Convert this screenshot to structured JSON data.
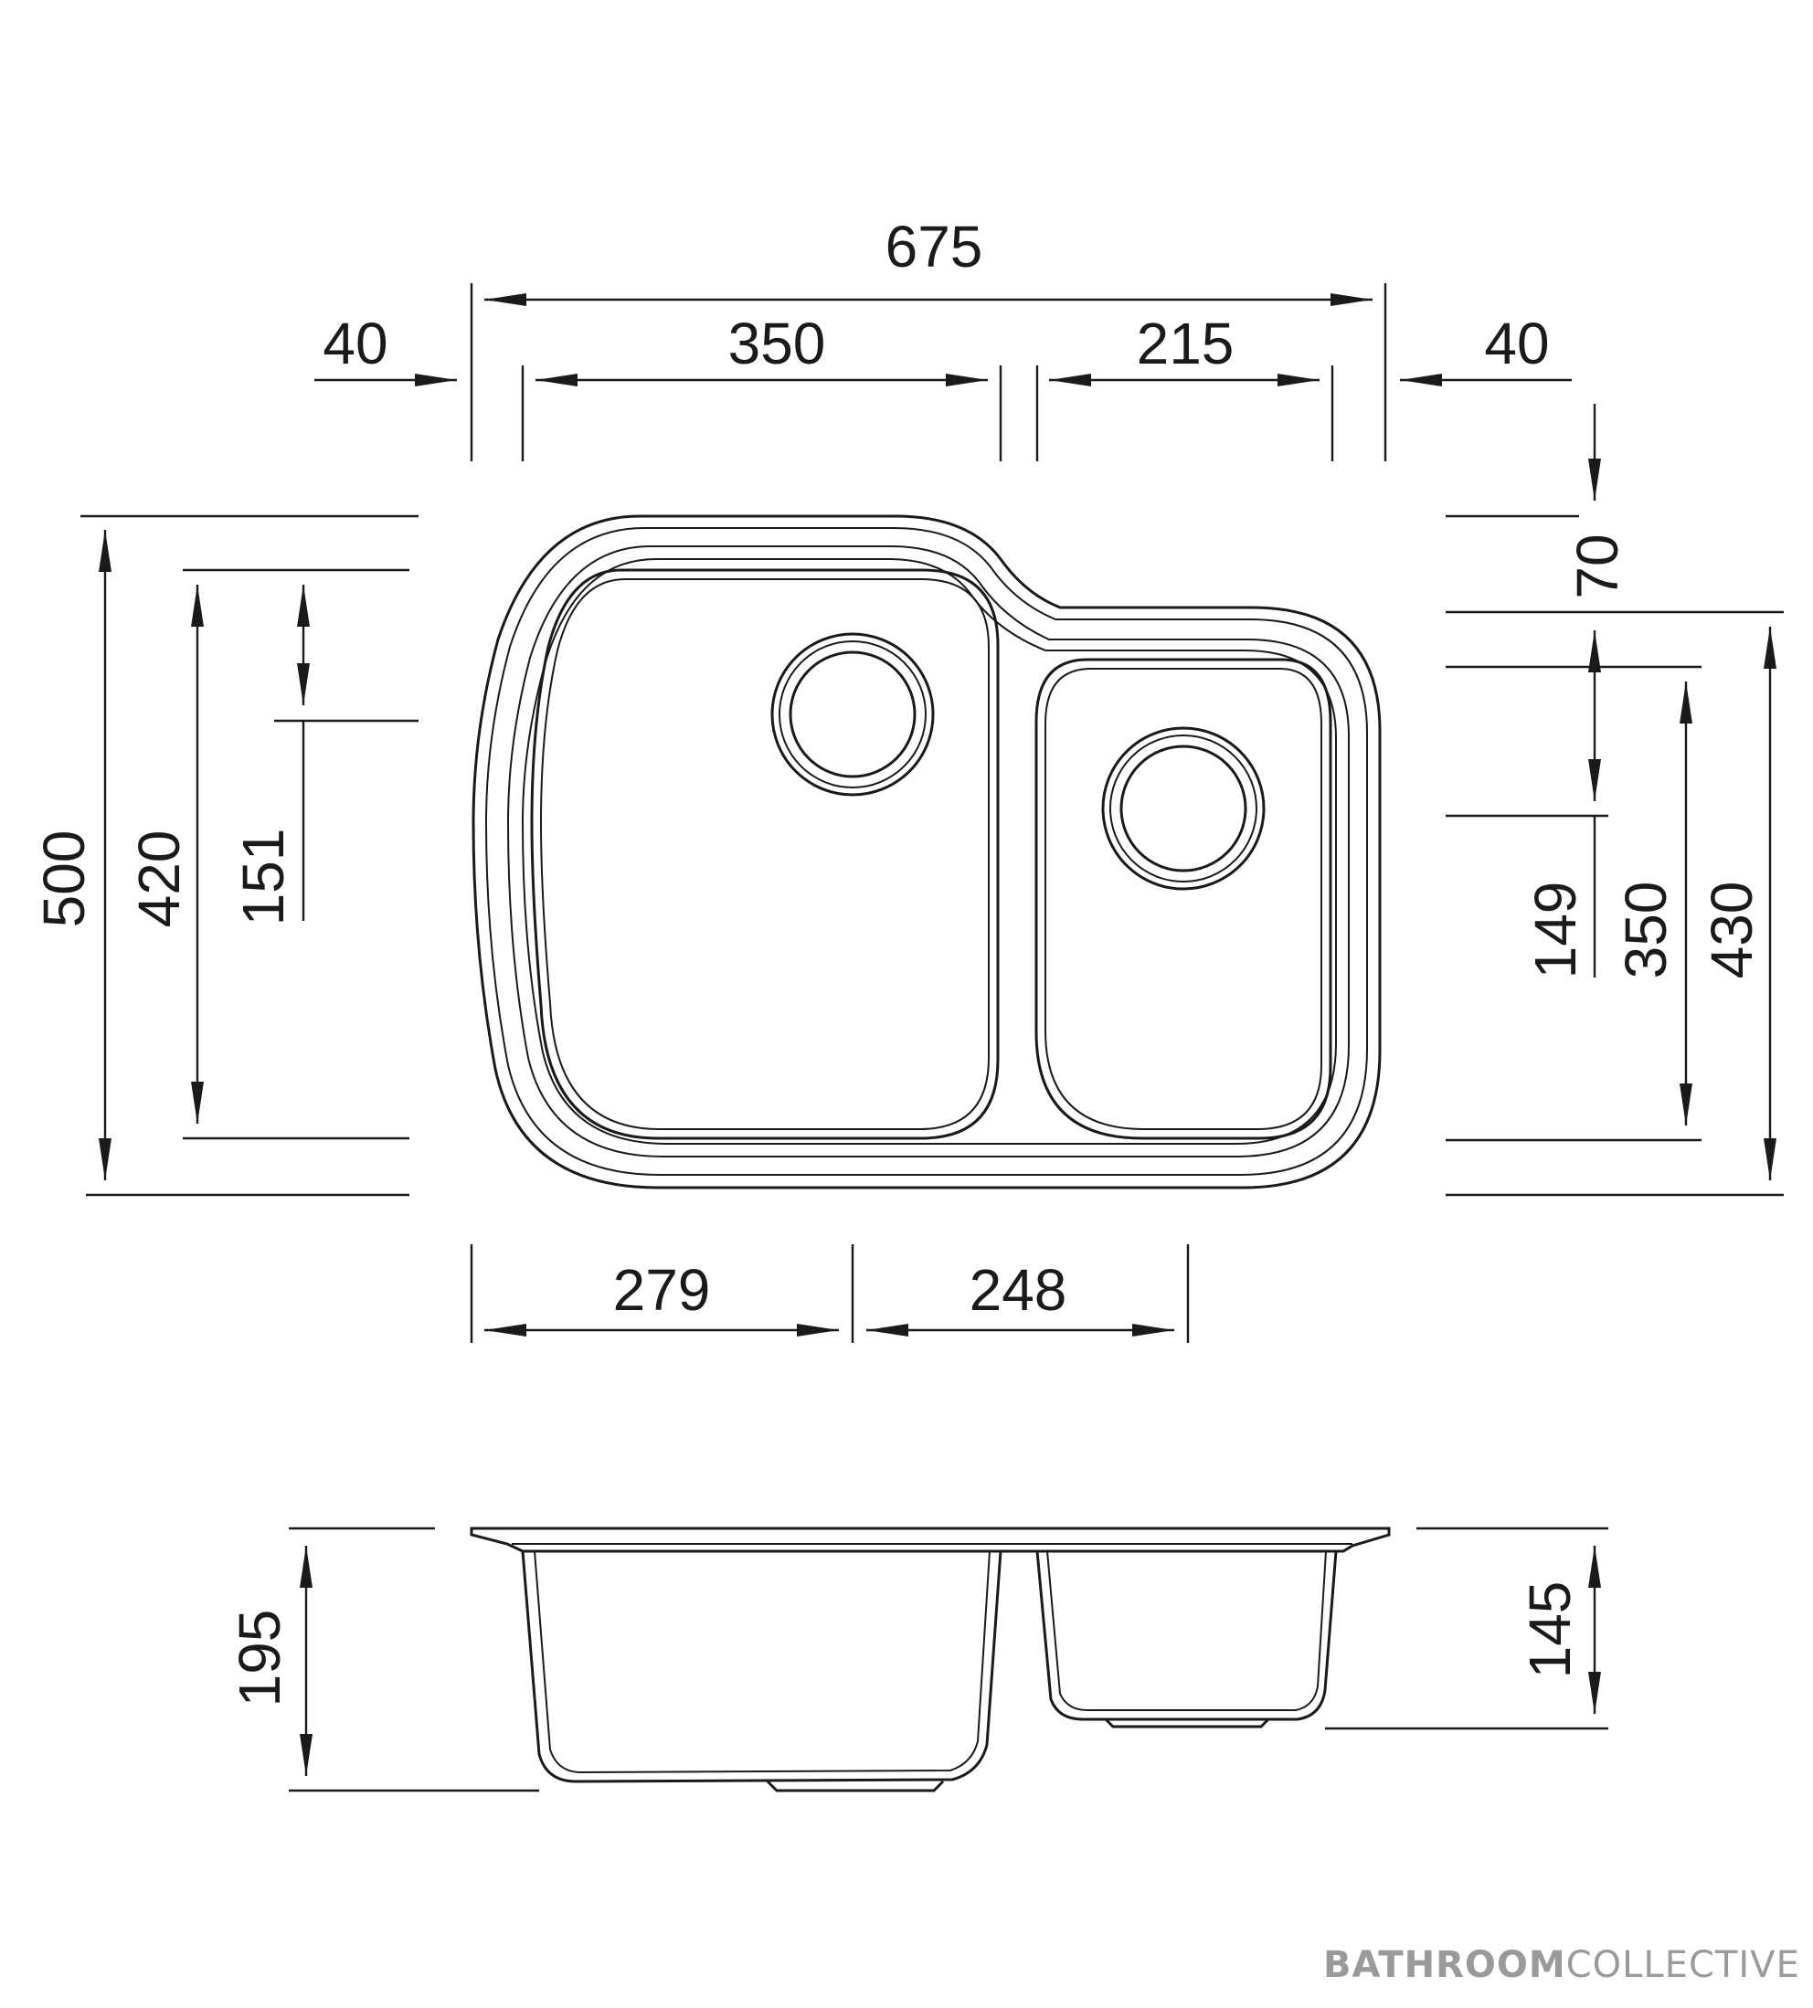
{
  "dimensions": {
    "overall_width": "675",
    "left_margin": "40",
    "left_bowl_width": "350",
    "right_bowl_width": "215",
    "right_margin": "40",
    "right_top_offset": "70",
    "overall_depth": "500",
    "left_bowl_depth": "420",
    "left_waste_offset": "151",
    "right_waste_offset": "149",
    "right_bowl_depth": "350",
    "right_overall_depth": "430",
    "left_waste_centre": "279",
    "right_waste_centre": "248",
    "left_bowl_height": "195",
    "right_bowl_height": "145"
  },
  "brand": {
    "bold": "BATHROOM",
    "light": "COLLECTIVE"
  }
}
